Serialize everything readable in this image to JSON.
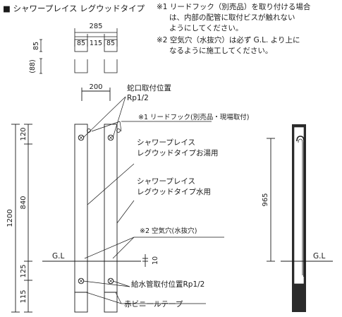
{
  "header": {
    "title": "■ シャワープレイス レグウッドタイプ"
  },
  "notes": {
    "note1_line1": "※1 リードフック（別売品）を取り付ける場合",
    "note1_line2": "は、内部の配管に取付ビスが触れない",
    "note1_line3": "ようにしてください。",
    "note2_line1": "※2 空気穴（水抜穴）は必ず G.L. より上に",
    "note2_line2": "なるように施工してください。"
  },
  "plan": {
    "total": "285",
    "w_left": "85",
    "w_mid": "115",
    "w_right": "85",
    "depth": "85",
    "gap": "(88)"
  },
  "front": {
    "spacing": "200",
    "total_height": "1200",
    "seg_top": "120",
    "seg_mid": "840",
    "seg_gl": "125",
    "seg_bottom": "115",
    "gl_left": "G.L",
    "hole_offset": "10"
  },
  "labels": {
    "faucet_pos_1": "蛇口取付位置",
    "faucet_pos_2": "Rp1/2",
    "lead_hook": "※1 リードフック(別売品・現場取付)",
    "hot_1": "シャワープレイス",
    "hot_2": "レグウッドタイプお湯用",
    "cold_1": "シャワープレイス",
    "cold_2": "レグウッドタイプ水用",
    "air_hole": "※2 空気穴(水抜穴)",
    "supply_pipe": "給水管取付位置Rp1/2",
    "red_tape": "赤ビニールテープ"
  },
  "side": {
    "height": "965",
    "gl_right": "G.L"
  },
  "colors": {
    "ink": "#1a1a1a",
    "fill_dark": "#2b2b2b",
    "paper": "#ffffff"
  }
}
